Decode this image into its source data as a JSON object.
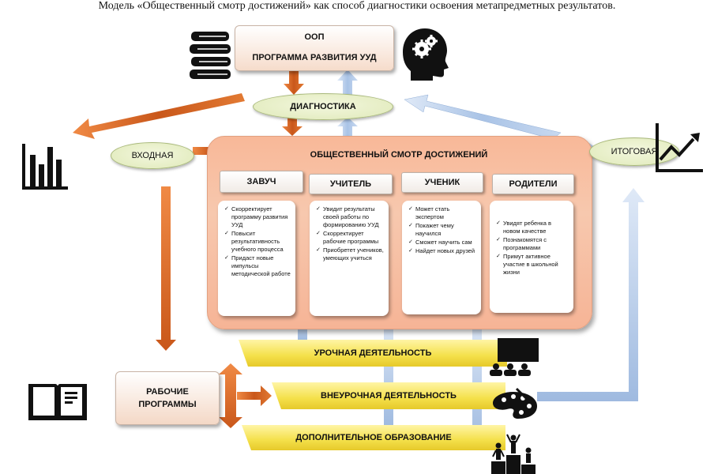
{
  "caption": "Модель «Общественный смотр достижений» как способ диагностики освоения метапредметных результатов.",
  "oop": {
    "line1": "ООП",
    "line2": "ПРОГРАММА РАЗВИТИЯ УУД"
  },
  "diagnostika": "ДИАГНОСТИКА",
  "vhodnaya": "ВХОДНАЯ",
  "itogovaya": "ИТОГОВАЯ",
  "panel_title": "ОБЩЕСТВЕННЫЙ СМОТР ДОСТИЖЕНИЙ",
  "roles": [
    {
      "title": "ЗАВУЧ",
      "items": [
        "Скорректирует программу развития УУД",
        "Повысит результативность учебного процесса",
        "Придаст новые импульсы методической работе"
      ]
    },
    {
      "title": "УЧИТЕЛЬ",
      "items": [
        "Увидит результаты своей работы по формированию УУД",
        "Скорректирует рабочие программы",
        "Приобретет учеников, умеющих учиться"
      ]
    },
    {
      "title": "УЧЕНИК",
      "items": [
        "Может стать экспертом",
        "Покажет чему научился",
        "Сможет научить сам",
        "Найдет новых друзей"
      ]
    },
    {
      "title": "РОДИТЕЛИ",
      "items": [
        "Увидят ребенка в новом качестве",
        "Познакомятся с программами",
        "Примут активное участие в школьной жизни"
      ]
    }
  ],
  "rabochie": {
    "line1": "РАБОЧИЕ",
    "line2": "ПРОГРАММЫ"
  },
  "bars": {
    "urochnaya": "УРОЧНАЯ ДЕЯТЕЛЬНОСТЬ",
    "vneurochnaya": "ВНЕУРОЧНАЯ ДЕЯТЕЛЬНОСТЬ",
    "dop": "ДОПОЛНИТЕЛЬНОЕ ОБРАЗОВАНИЕ"
  },
  "colors": {
    "orange": "#d9661f",
    "blue_arrow": "#a9c3e6",
    "panel": "#f7c3a6",
    "ellipse": "#dfe9b8",
    "bar": "#f4e04a"
  },
  "icons": [
    "books-icon",
    "head-gears-icon",
    "bar-chart-icon",
    "growth-chart-icon",
    "open-book-icon",
    "classroom-icon",
    "palette-icon",
    "podium-icon"
  ]
}
